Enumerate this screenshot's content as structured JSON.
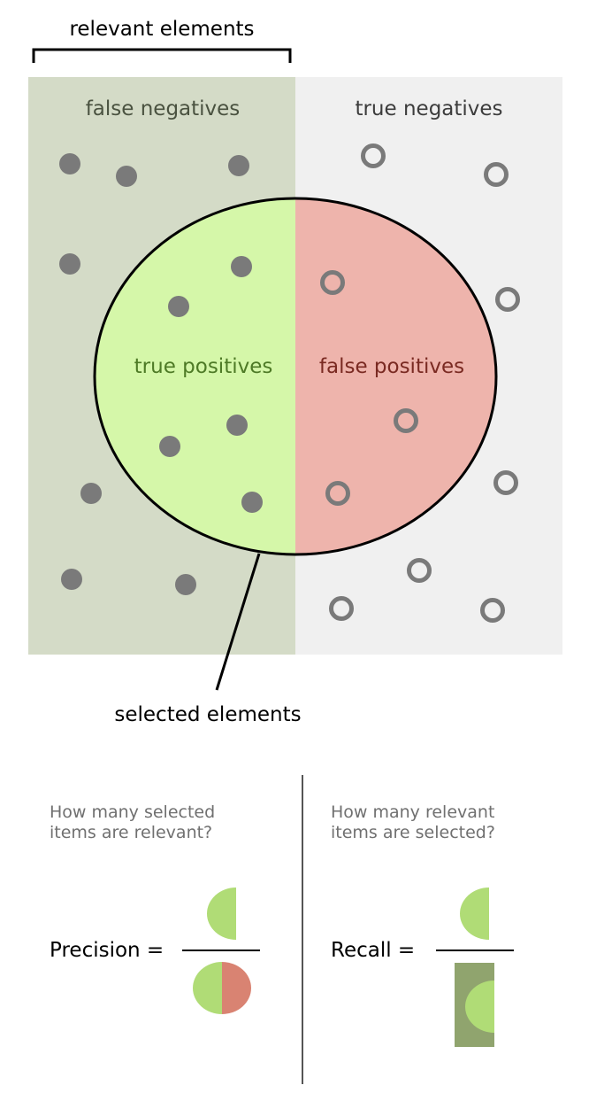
{
  "labels": {
    "relevant": "relevant elements",
    "false_negatives": "false negatives",
    "true_negatives": "true negatives",
    "true_positives": "true positives",
    "false_positives": "false positives",
    "selected": "selected elements"
  },
  "precision": {
    "question_line1": "How many selected",
    "question_line2": "items are relevant?",
    "label": "Precision ="
  },
  "recall": {
    "question_line1": "How many relevant",
    "question_line2": "items are selected?",
    "label": "Recall ="
  },
  "colors": {
    "relevant_bg": "#d4dbc7",
    "irrelevant_bg": "#f0f0f0",
    "true_positive": "#d5f7a9",
    "false_positive": "#eeb4ac",
    "dot": "#7a7a7a",
    "fn_text": "#4a5240",
    "tn_text": "#3c3c3c",
    "tp_text": "#4e7a26",
    "fp_text": "#7a2a22",
    "question_text": "#707070",
    "icon_green": "#b0dc76",
    "icon_red": "#d98372",
    "icon_dark_green": "#90a46e"
  }
}
